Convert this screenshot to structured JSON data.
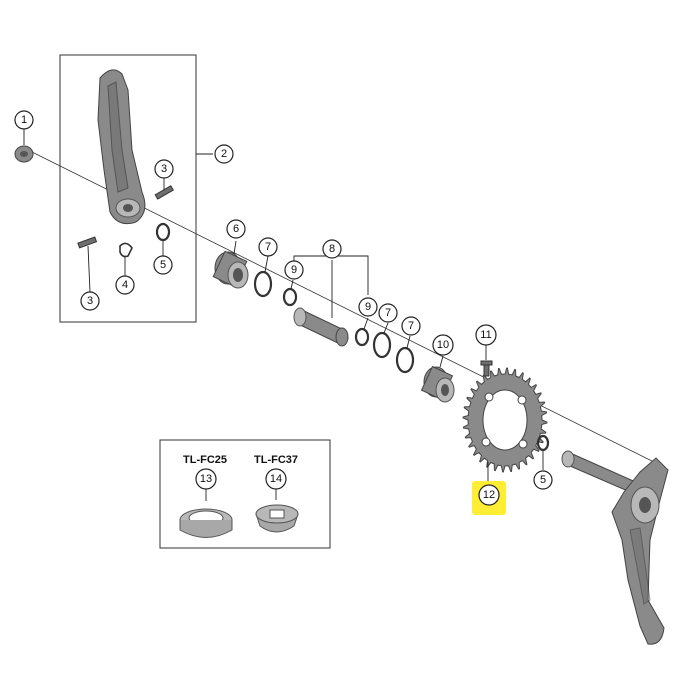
{
  "callouts": {
    "c1": "1",
    "c2": "2",
    "c3a": "3",
    "c3b": "3",
    "c4": "4",
    "c5a": "5",
    "c5b": "5",
    "c6": "6",
    "c7a": "7",
    "c7b": "7",
    "c7c": "7",
    "c8": "8",
    "c9a": "9",
    "c9b": "9",
    "c10": "10",
    "c11": "11",
    "c12": "12",
    "c13": "13",
    "c14": "14"
  },
  "tools": {
    "tool_a": "TL-FC25",
    "tool_b": "TL-FC37"
  },
  "highlight_color": "#ffee33"
}
